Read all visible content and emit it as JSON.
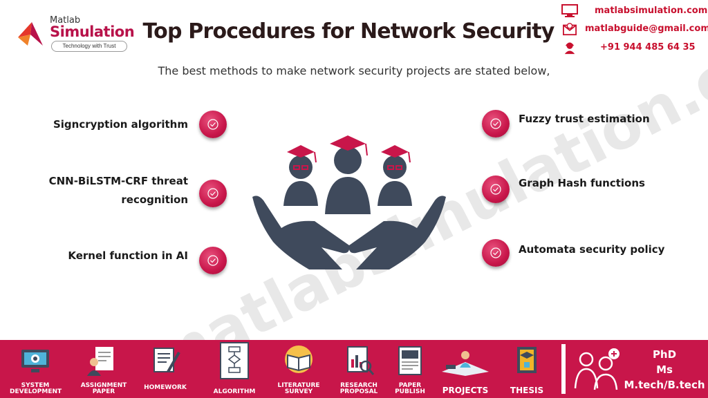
{
  "header": {
    "brand_top": "Matlab",
    "brand_main": "Simulation",
    "brand_tagline": "Technology with Trust",
    "title": "Top Procedures for Network Security",
    "subtitle": "The best methods to make network security projects are stated below,"
  },
  "contacts": {
    "website": "matlabsimulation.com",
    "email": "matlabguide@gmail.com",
    "phone": "+91 944 485 64 35"
  },
  "left_items": [
    {
      "line1": "Signcryption algorithm",
      "line2": ""
    },
    {
      "line1": "CNN-BiLSTM-CRF threat",
      "line2": "recognition"
    },
    {
      "line1": "Kernel function in AI",
      "line2": ""
    }
  ],
  "right_items": [
    {
      "label": "Fuzzy trust estimation"
    },
    {
      "label": "Graph Hash functions"
    },
    {
      "label": "Automata security policy"
    }
  ],
  "watermark": "matlabsimulation.com",
  "footer": {
    "items": [
      {
        "line1": "SYSTEM",
        "line2": "DEVELOPMENT",
        "icon": "monitor-icon"
      },
      {
        "line1": "ASSIGNMENT",
        "line2": "PAPER",
        "icon": "assignment-icon"
      },
      {
        "line1": "HOMEWORK",
        "line2": "",
        "icon": "homework-icon"
      },
      {
        "line1": "ALGORITHM",
        "line2": "",
        "icon": "flowchart-icon"
      },
      {
        "line1": "LITERATURE",
        "line2": "SURVEY",
        "icon": "book-icon"
      },
      {
        "line1": "RESEARCH",
        "line2": "PROPOSAL",
        "icon": "research-icon"
      },
      {
        "line1": "PAPER",
        "line2": "PUBLISH",
        "icon": "paper-icon"
      },
      {
        "line1": "PROJECTS",
        "line2": "",
        "icon": "projects-icon"
      },
      {
        "line1": "THESIS",
        "line2": "",
        "icon": "thesis-icon"
      }
    ],
    "phd": {
      "line1": "PhD",
      "line2": "Ms",
      "line3": "M.tech/B.tech"
    }
  },
  "colors": {
    "accent": "#c8164a",
    "icon_dark": "#3f4a5c"
  }
}
